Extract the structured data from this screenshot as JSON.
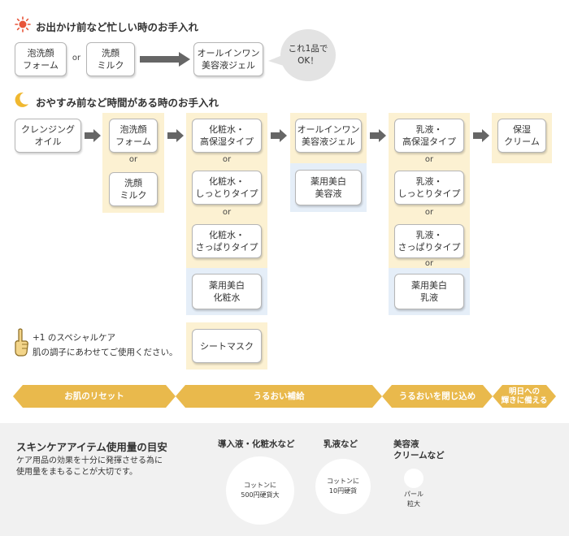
{
  "section1": {
    "heading": "お出かけ前など忙しい時のお手入れ",
    "box_foam": "泡洗顔\nフォーム",
    "or": "or",
    "box_milk": "洗顔\nミルク",
    "box_allinone": "オールインワン\n美容液ジェル",
    "bubble": "これ1品で\nOK！"
  },
  "section2": {
    "heading": "おやすみ前など時間がある時のお手入れ",
    "cleansing": "クレンジング\nオイル",
    "foam": "泡洗顔\nフォーム",
    "or": "or",
    "milk": "洗顔\nミルク",
    "lotion_high": "化粧水・\n高保湿タイプ",
    "lotion_moist": "化粧水・\nしっとりタイプ",
    "lotion_fresh": "化粧水・\nさっぱりタイプ",
    "lotion_white": "薬用美白\n化粧水",
    "sheet_mask": "シートマスク",
    "allinone": "オールインワン\n美容液ジェル",
    "serum_white": "薬用美白\n美容液",
    "emulsion_high": "乳液・\n高保湿タイプ",
    "emulsion_moist": "乳液・\nしっとりタイプ",
    "emulsion_fresh": "乳液・\nさっぱりタイプ",
    "emulsion_white": "薬用美白\n乳液",
    "cream": "保湿\nクリーム"
  },
  "special_care": {
    "line1": "+1 のスペシャルケア",
    "line2": "肌の調子にあわせてご使用ください。"
  },
  "band": {
    "reset": "お肌のリセット",
    "hydrate": "うるおい補給",
    "seal": "うるおいを閉じ込め",
    "tomorrow": "明日への\n輝きに備える"
  },
  "usage": {
    "title": "スキンケアアイテム使用量の目安",
    "description": "ケア用品の効果を十分に発揮させる為に\n使用量をまもることが大切です。",
    "cat1_label": "導入液・化粧水など",
    "cat1_amount": "コットンに\n500円硬貨大",
    "cat2_label": "乳液など",
    "cat2_amount": "コットンに\n10円硬貨",
    "cat3_label": "美容液\nクリームなど",
    "cat3_amount": "パール\n粒大"
  },
  "colors": {
    "band": "#e9b94c",
    "yellow_bg": "#fcf1d2",
    "blue_bg": "#e5eef8",
    "arrow": "#666666",
    "sun": "#e8553a",
    "moon": "#f0b830"
  },
  "icons": [
    "sun-icon",
    "moon-icon",
    "pointing-hand-icon",
    "arrow-right-icon"
  ]
}
